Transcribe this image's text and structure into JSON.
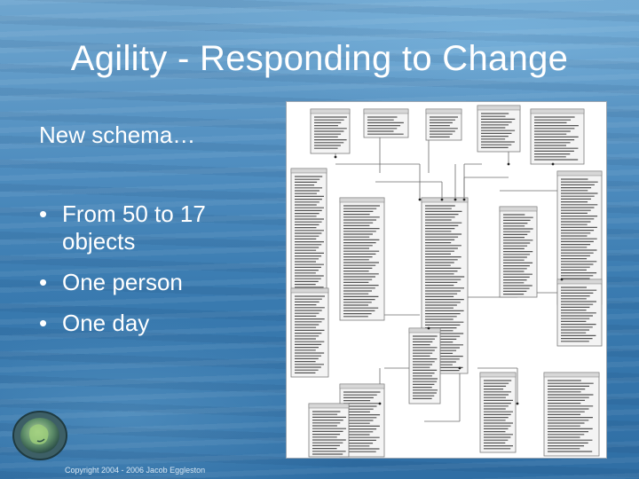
{
  "slide": {
    "title": "Agility - Responding to Change",
    "subtitle": "New schema…",
    "bullets": [
      "From 50 to 17 objects",
      "One person",
      "One day"
    ],
    "copyright": "Copyright 2004 - 2006 Jacob Eggleston"
  },
  "diagram": {
    "description_icon": "schema-diagram",
    "table_count": 17
  },
  "colors": {
    "text": "#ffffff",
    "background_top": "#6fa6cf",
    "background_bottom": "#2f6ea4",
    "diagram_bg": "#ffffff"
  }
}
